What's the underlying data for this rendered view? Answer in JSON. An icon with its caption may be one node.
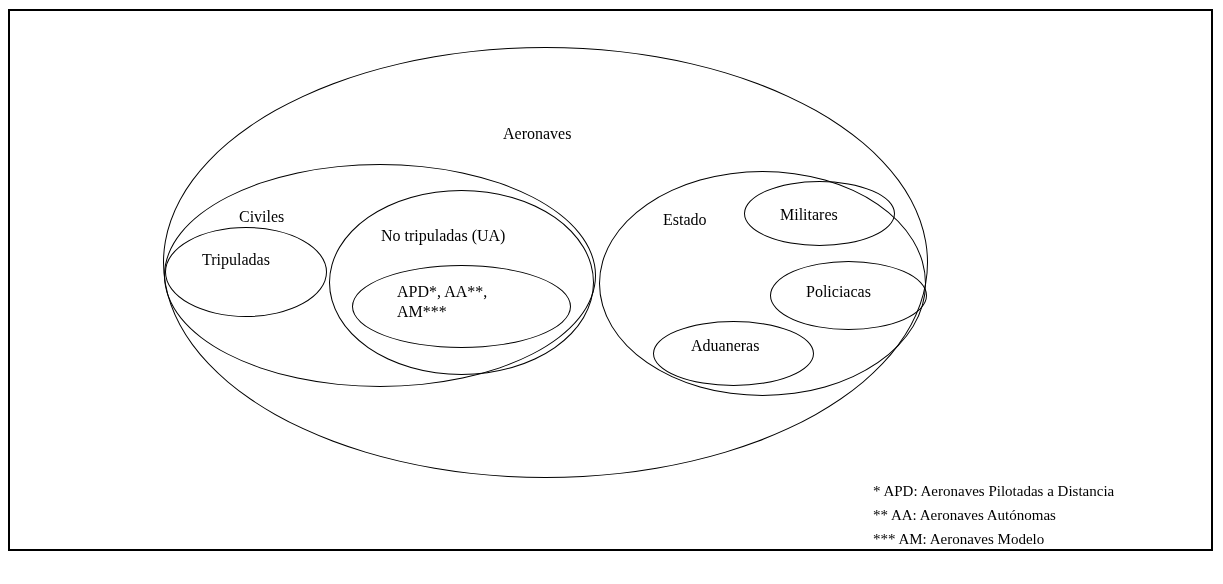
{
  "diagram": {
    "nodes": [
      {
        "text": [
          "Aeronaves"
        ]
      },
      {
        "text": [
          "Civiles"
        ],
        "in": 0
      },
      {
        "text": [
          "Tripuladas"
        ],
        "in": 1
      },
      {
        "text": [
          "No tripuladas (UA)"
        ],
        "in": 1
      },
      {
        "text": [
          "APD*, AA**, AM***"
        ],
        "in": 3
      },
      {
        "text": [
          "Estado"
        ],
        "in": 0
      },
      {
        "text": [
          "Militares"
        ],
        "in": 5
      },
      {
        "text": [
          "Policiacas"
        ],
        "in": 5
      },
      {
        "text": [
          "Aduaneras"
        ],
        "in": 5
      }
    ],
    "labels": [
      "* APD: Aeronaves Pilotadas a Distancia",
      "** AA: Aeronaves Autónomas",
      "*** AM: Aeronaves Modelo"
    ]
  }
}
